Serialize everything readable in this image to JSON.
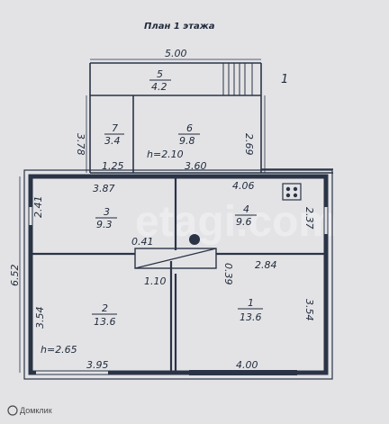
{
  "plan": {
    "title": "План 1 этажа",
    "number": "1",
    "height_top": "h=2.10",
    "height_bottom": "h=2.65",
    "brand": "Домклик",
    "watermark": "etagi.com"
  },
  "rooms": {
    "r5": {
      "num": "5",
      "area": "4.2"
    },
    "r7": {
      "num": "7",
      "area": "3.4"
    },
    "r6": {
      "num": "6",
      "area": "9.8"
    },
    "r3": {
      "num": "3",
      "area": "9.3"
    },
    "r4": {
      "num": "4",
      "area": "9.6"
    },
    "r2": {
      "num": "2",
      "area": "13.6"
    },
    "r1": {
      "num": "1",
      "area": "13.6"
    }
  },
  "dims": {
    "top_width": "5.00",
    "veranda_left": "3.78",
    "veranda_right": "2.69",
    "d125": "1.25",
    "d360": "3.60",
    "d387": "3.87",
    "d406": "4.06",
    "d241": "2.41",
    "d237": "2.37",
    "d041": "0.41",
    "d652": "6.52",
    "d110": "1.10",
    "d039": "0.39",
    "d284": "2.84",
    "d354_left": "3.54",
    "d354_right": "3.54",
    "d395": "3.95",
    "d400": "4.00"
  }
}
